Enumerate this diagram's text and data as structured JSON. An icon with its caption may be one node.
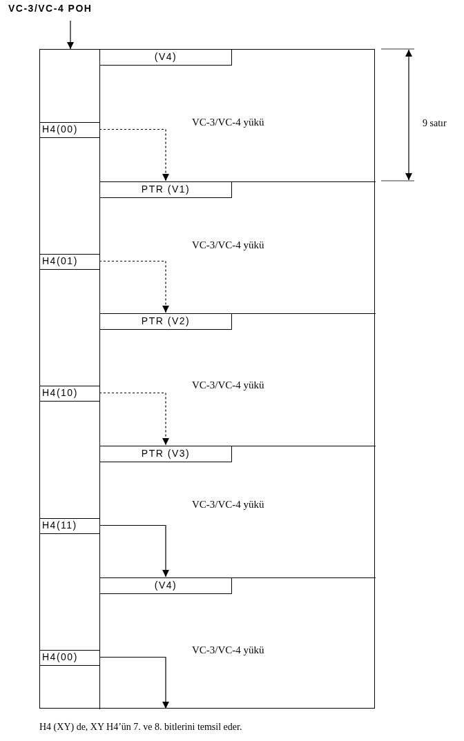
{
  "diagram": {
    "caption": "H4 (XY) de, XY H4’ün 7. ve 8. bitlerini temsil eder.",
    "nodes": [
      {
        "text": [
          "VC-3/VC-4 POH"
        ]
      },
      {
        "text": [],
        "shape": "box"
      },
      {
        "text": [],
        "shape": "box",
        "in": 1
      },
      {
        "text": [
          "VC-3/VC-4 yükü"
        ],
        "in": 1
      },
      {
        "text": [
          "(V4)"
        ],
        "in": 3
      },
      {
        "text": [
          "H4(00)"
        ],
        "in": 2
      },
      {
        "text": [
          "VC-3/VC-4 yükü"
        ],
        "in": 1
      },
      {
        "text": [
          "PTR (V1)"
        ],
        "in": 6
      },
      {
        "text": [
          "H4(01)"
        ],
        "in": 2
      },
      {
        "text": [
          "VC-3/VC-4 yükü"
        ],
        "in": 1
      },
      {
        "text": [
          "PTR (V2)"
        ],
        "in": 9
      },
      {
        "text": [
          "H4(10)"
        ],
        "in": 2
      },
      {
        "text": [
          "VC-3/VC-4 yükü"
        ],
        "in": 1
      },
      {
        "text": [
          "PTR (V3)"
        ],
        "in": 12
      },
      {
        "text": [
          "H4(11)"
        ],
        "in": 2
      },
      {
        "text": [
          "VC-3/VC-4 yükü"
        ],
        "in": 1
      },
      {
        "text": [
          "(V4)"
        ],
        "in": 15
      },
      {
        "text": [
          "H4(00)"
        ],
        "in": 2
      }
    ],
    "edges": [
      {
        "from": 0,
        "to": 2,
        "arrow": "to"
      },
      {
        "from": 5,
        "to": 7,
        "arrow": "to",
        "style": "dashed"
      },
      {
        "from": 8,
        "to": 10,
        "arrow": "to",
        "style": "dashed"
      },
      {
        "from": 11,
        "to": 13,
        "arrow": "to",
        "style": "dashed"
      },
      {
        "from": 14,
        "to": 16,
        "arrow": "to"
      },
      {
        "from": 17,
        "to": 15,
        "arrow": "to"
      }
    ],
    "labels": [
      "9 satır"
    ]
  }
}
